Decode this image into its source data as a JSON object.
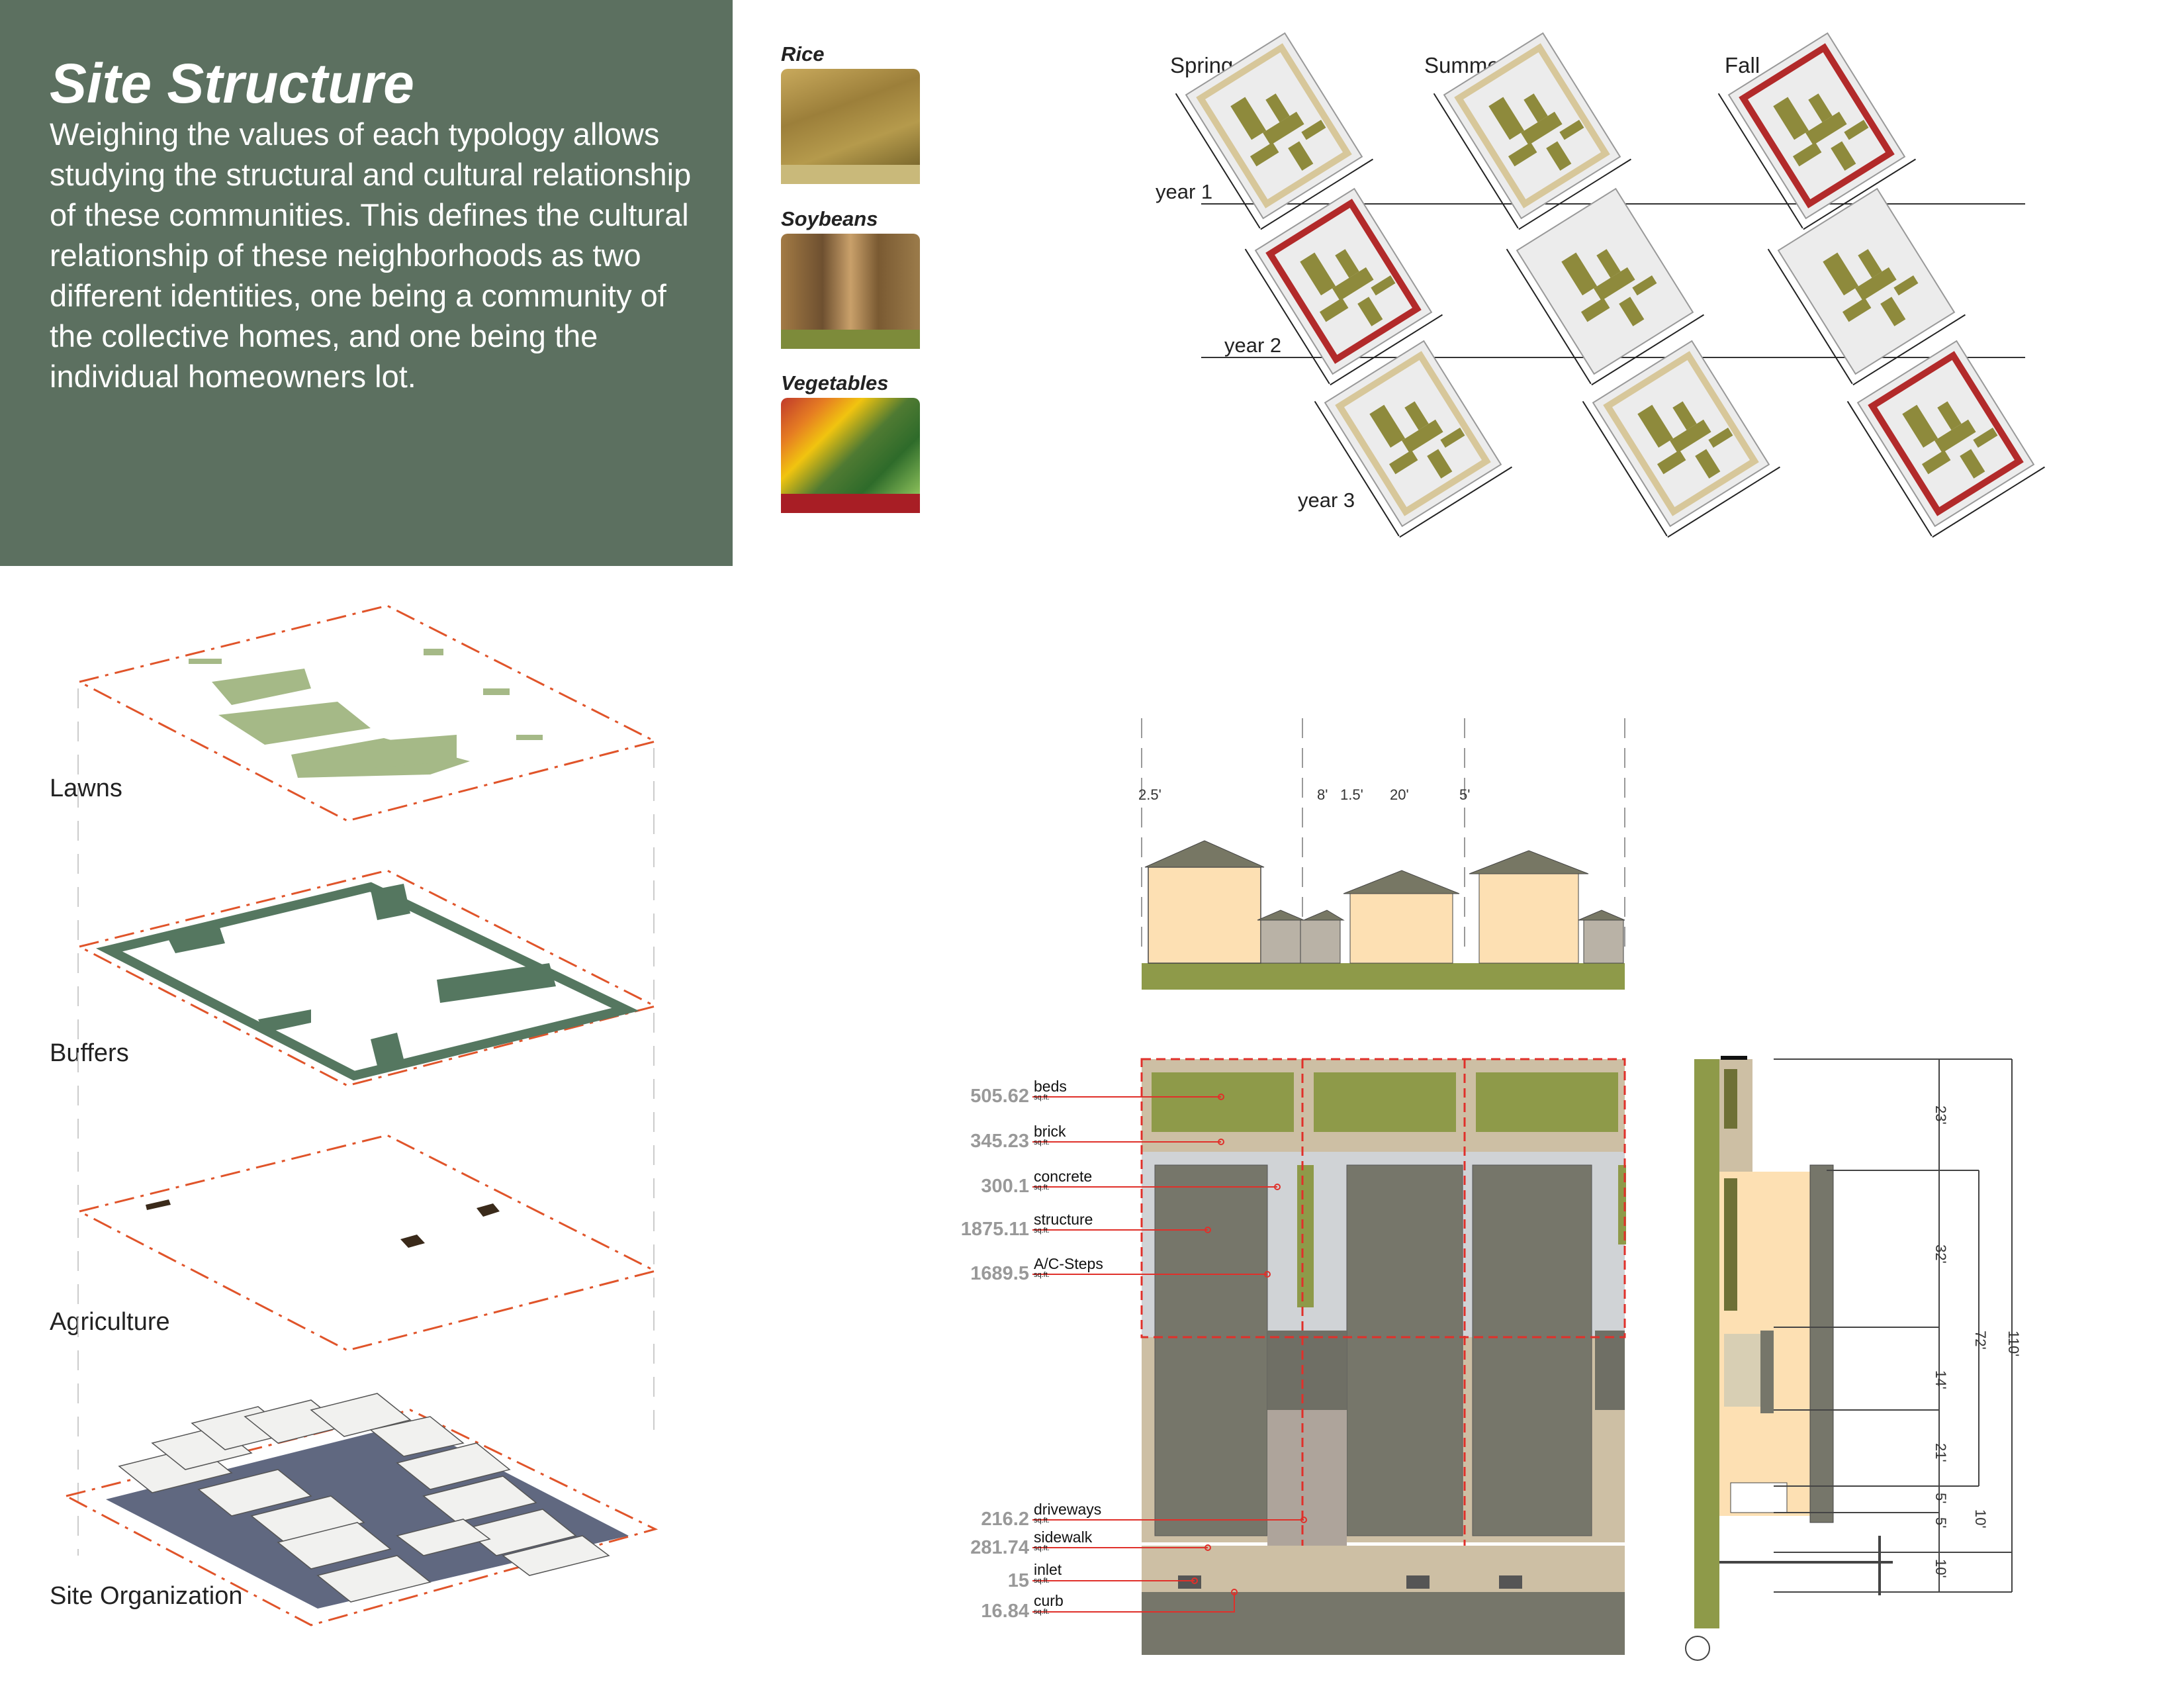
{
  "intro": {
    "title": "Site Structure",
    "body": "Weighing the values of each typology allows studying the structural and cultural relationship of these communities. This defines the cultural relationship of these neighborhoods as two different identities, one being a community of the collective homes, and one being the individual homeowners lot."
  },
  "crops": [
    {
      "label": "Rice",
      "color": "#b59a4c",
      "bar_color": "#c9b97a"
    },
    {
      "label": "Soybeans",
      "color": "#8a6b3a",
      "bar_color": "#7d8b3a"
    },
    {
      "label": "Vegetables",
      "color": "#4f7a32",
      "bar_color": "#a81e25"
    }
  ],
  "rotation": {
    "seasons": [
      "Spring",
      "Summer",
      "Fall"
    ],
    "years": [
      "year 1",
      "year 2",
      "year 3"
    ]
  },
  "layers": [
    "Lawns",
    "Buffers",
    "Agriculture",
    "Site Organization"
  ],
  "elevation_dims": [
    "2.5'",
    "8'",
    "1.5'",
    "20'",
    "5'"
  ],
  "quantities": [
    {
      "value": "505.62",
      "label": "beds",
      "unit": "sq.ft."
    },
    {
      "value": "345.23",
      "label": "brick",
      "unit": "sq.ft."
    },
    {
      "value": "300.1",
      "label": "concrete",
      "unit": "sq.ft."
    },
    {
      "value": "1875.11",
      "label": "structure",
      "unit": "sq.ft."
    },
    {
      "value": "1689.5",
      "label": "A/C-Steps",
      "unit": "sq.ft."
    },
    {
      "value": "216.2",
      "label": "driveways",
      "unit": "sq.ft."
    },
    {
      "value": "281.74",
      "label": "sidewalk",
      "unit": "sq.ft."
    },
    {
      "value": "15",
      "label": "inlet",
      "unit": "sq.ft."
    },
    {
      "value": "16.84",
      "label": "curb",
      "unit": "sq.ft."
    }
  ],
  "section_dims": [
    "23'",
    "32'",
    "14'",
    "21'",
    "5'",
    "5'",
    "10'",
    "10'",
    "72'",
    "110'"
  ],
  "colors": {
    "panel": "#5c7060",
    "lawn": "#a5b987",
    "buffer": "#557760",
    "bed": "#8e9a49",
    "structure": "#76766a",
    "house": "#fde0b3",
    "property_line": "#e0302a",
    "rotation_red": "#b22a2a",
    "rotation_tan": "#d7c79a"
  }
}
